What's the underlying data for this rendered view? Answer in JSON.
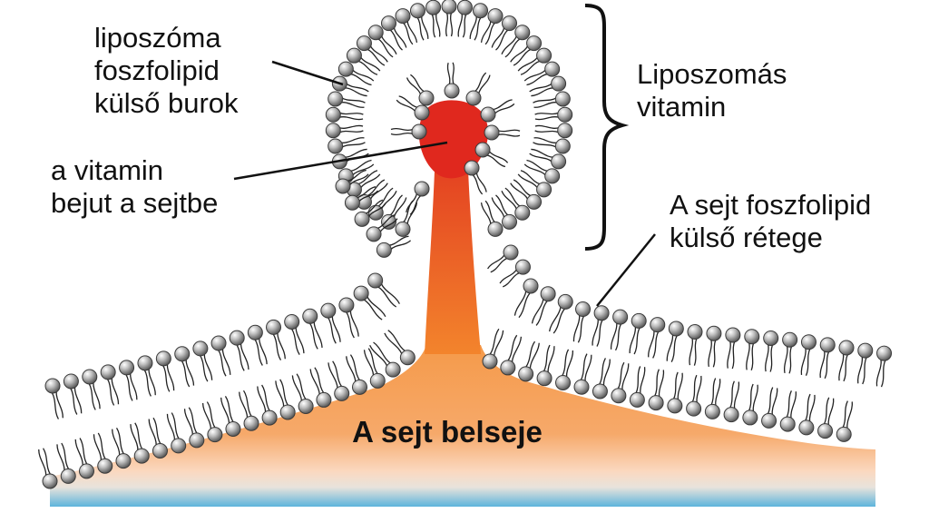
{
  "labels": {
    "liposome_shell": [
      "liposzóma",
      "foszfolipid",
      "külső burok"
    ],
    "vitamin_enters": [
      "a vitamin",
      "bejut a sejtbe"
    ],
    "liposomal_vitamin": [
      "Liposzomás",
      "vitamin"
    ],
    "cell_layer": [
      "A sejt foszfolipid",
      "külső rétege"
    ],
    "cell_interior": "A sejt belseje"
  },
  "colors": {
    "vitamin_core": "#e02a1e",
    "stem_top": "#e63a1e",
    "stem_bottom": "#f07a2a",
    "interior_orange": "#f39a4a",
    "interior_light": "#fbd3b0",
    "interior_blue": "#5fb6dd",
    "lipid_head": "#9a9a9a",
    "lipid_tail": "#222222"
  }
}
